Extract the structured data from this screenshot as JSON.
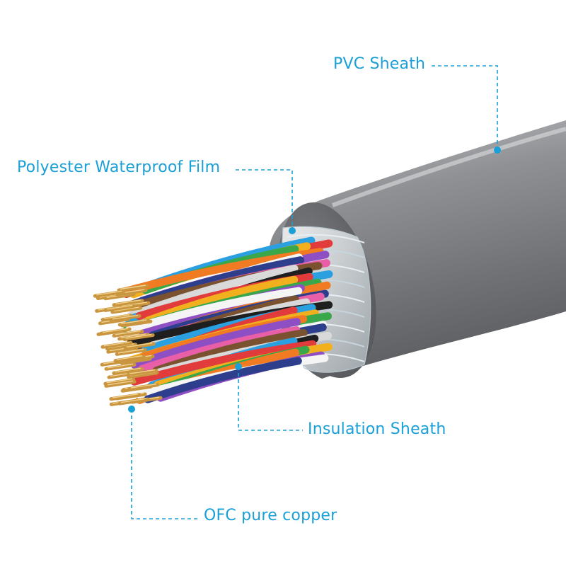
{
  "labels": {
    "pvc_sheath": "PVC Sheath",
    "waterproof_film": "Polyester Waterproof Film",
    "insulation_sheath": "Insulation Sheath",
    "copper": "OFC pure copper"
  },
  "colors": {
    "accent": "#1a9fd6",
    "sheath": "#86888b",
    "copper": "#c9953e"
  },
  "wire_colors": [
    "#2ba0e0",
    "#e23b3b",
    "#f2b01e",
    "#3aa84a",
    "#f07b22",
    "#8e4fc4",
    "#f5f5f5",
    "#2c3e8c",
    "#e85fa8",
    "#7a5230",
    "#d9d9d9",
    "#1f1f1f"
  ]
}
